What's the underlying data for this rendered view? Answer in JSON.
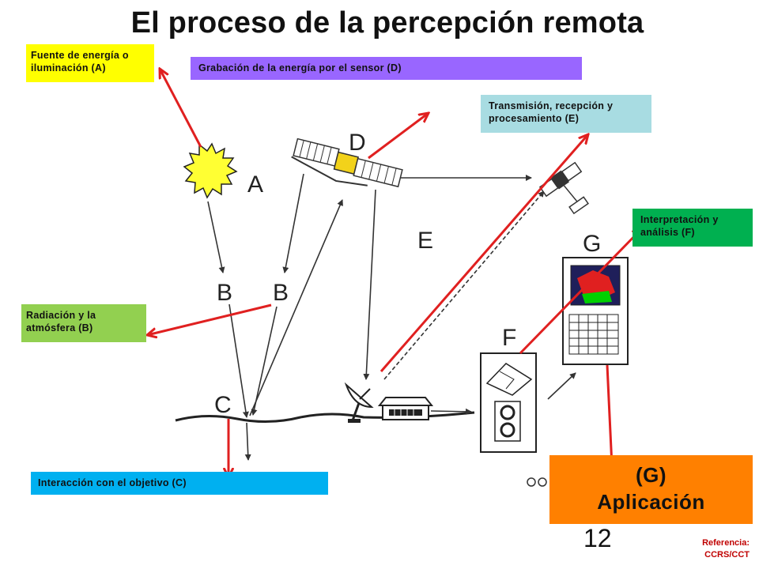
{
  "title": "El proceso de la percepción remota",
  "boxes": {
    "a": "Fuente de energía o iluminación (A)",
    "d": "Grabación de la energía por el sensor (D)",
    "e": "Transmisión, recepción y procesamiento (E)",
    "f": "Interpretación y análisis (F)",
    "b": "Radiación y la atmósfera (B)",
    "c": "Interacción con el objetivo (C)",
    "g_line1": "(G)",
    "g_line2": "Aplicación"
  },
  "diagram_labels": {
    "a": "A",
    "b1": "B",
    "b2": "B",
    "c": "C",
    "d": "D",
    "e": "E",
    "f": "F",
    "g": "G"
  },
  "page_number": "12",
  "reference": {
    "line1": "Referencia:",
    "line2": "CCRS/CCT"
  },
  "colors": {
    "arrow_red": "#e02020",
    "box_a": "#ffff00",
    "box_d": "#9966ff",
    "box_e": "#a8dce2",
    "box_f": "#00b050",
    "box_b": "#92d050",
    "box_c": "#00b0f0",
    "box_g": "#ff8000"
  }
}
